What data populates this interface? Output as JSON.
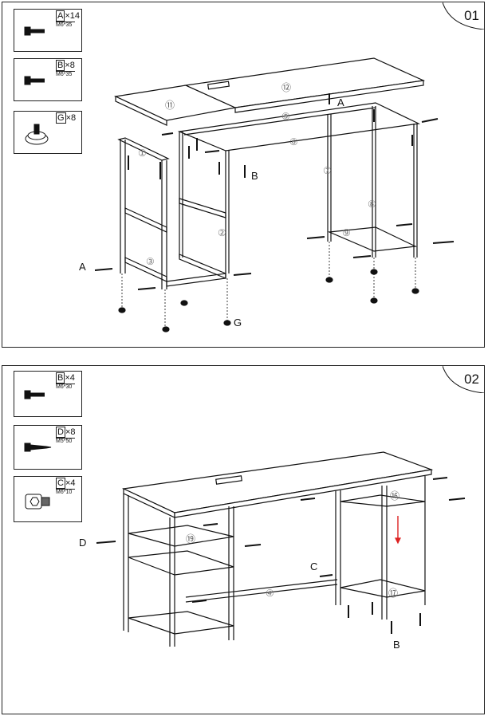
{
  "steps": [
    {
      "number": "01",
      "hardware": [
        {
          "letter": "A",
          "qty": "×14",
          "spec": "M6*35",
          "icon": "bolt-icon"
        },
        {
          "letter": "B",
          "qty": "×8",
          "spec": "M6*35",
          "icon": "bolt-icon"
        },
        {
          "letter": "G",
          "qty": "×8",
          "spec": "",
          "icon": "leveling-foot-icon"
        }
      ],
      "callouts": [
        "A",
        "B",
        "A",
        "G"
      ],
      "part_numbers": [
        "①",
        "②",
        "③",
        "⑤",
        "⑥",
        "⑦",
        "⑧",
        "⑨",
        "⑪",
        "⑫"
      ]
    },
    {
      "number": "02",
      "hardware": [
        {
          "letter": "B",
          "qty": "×4",
          "spec": "M6*30",
          "icon": "bolt-icon"
        },
        {
          "letter": "D",
          "qty": "×8",
          "spec": "M5*50",
          "icon": "wood-screw-icon"
        },
        {
          "letter": "C",
          "qty": "×4",
          "spec": "M6*10",
          "icon": "hex-socket-bolt-icon"
        }
      ],
      "callouts": [
        "D",
        "C",
        "B"
      ],
      "part_numbers": [
        "④",
        "⑯",
        "⑰",
        "⑲"
      ]
    }
  ]
}
